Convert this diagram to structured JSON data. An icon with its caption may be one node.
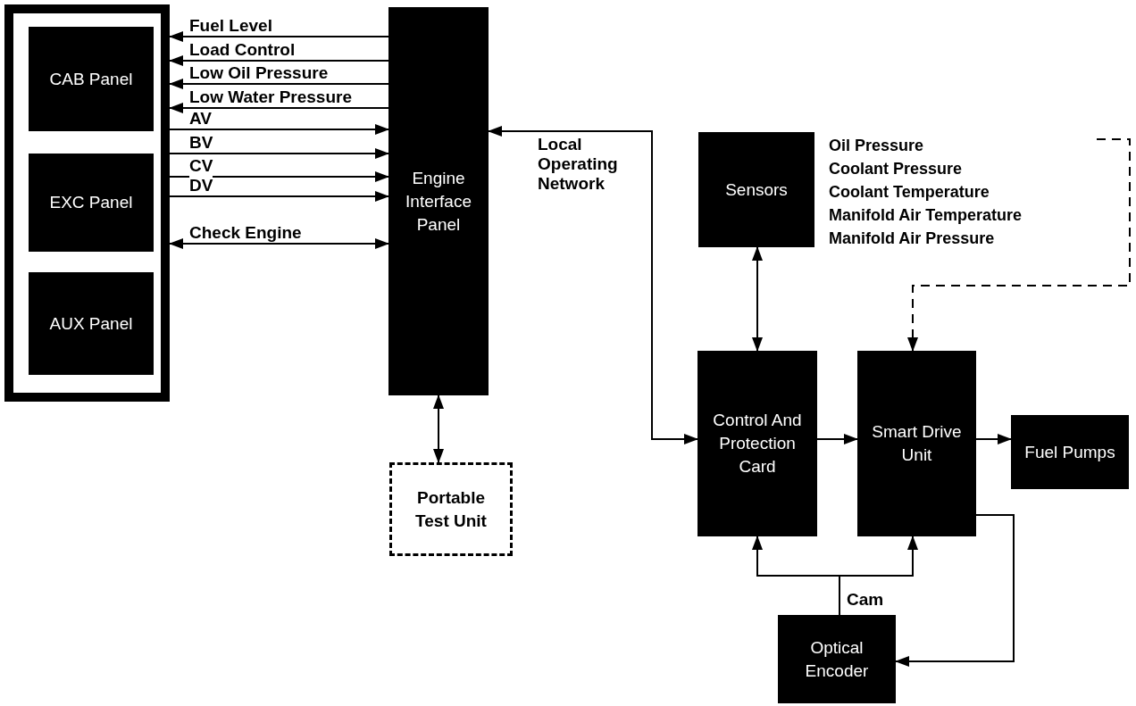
{
  "diagram": {
    "nodes": [
      {
        "text": [],
        "shape": "box"
      },
      {
        "text": [
          "CAB Panel"
        ],
        "in": 0
      },
      {
        "text": [
          "EXC Panel"
        ],
        "in": 0
      },
      {
        "text": [
          "AUX Panel"
        ],
        "in": 0
      },
      {
        "text": [
          "Engine Interface Panel"
        ]
      },
      {
        "text": [
          "Portable Test Unit"
        ]
      },
      {
        "text": [
          "Sensors"
        ]
      },
      {
        "text": [
          "Oil Pressure",
          "Coolant Pressure",
          "Coolant Temperature",
          "Manifold Air Temperature",
          "Manifold Air Pressure"
        ]
      },
      {
        "text": [
          "Control And Protection Card"
        ]
      },
      {
        "text": [
          "Smart Drive Unit"
        ]
      },
      {
        "text": [
          "Fuel Pumps"
        ]
      },
      {
        "text": [
          "Optical Encoder"
        ]
      }
    ],
    "edges": [
      {
        "from": 4,
        "to": 0,
        "arrow": "to",
        "label": "Fuel Level"
      },
      {
        "from": 4,
        "to": 0,
        "arrow": "to",
        "label": "Load Control"
      },
      {
        "from": 4,
        "to": 0,
        "arrow": "to",
        "label": "Low Oil Pressure"
      },
      {
        "from": 4,
        "to": 0,
        "arrow": "to",
        "label": "Low Water Pressure"
      },
      {
        "from": 0,
        "to": 4,
        "arrow": "to",
        "label": "AV"
      },
      {
        "from": 0,
        "to": 4,
        "arrow": "to",
        "label": "BV"
      },
      {
        "from": 0,
        "to": 4,
        "arrow": "to",
        "label": "CV"
      },
      {
        "from": 0,
        "to": 4,
        "arrow": "to",
        "label": "DV"
      },
      {
        "from": 0,
        "to": 4,
        "arrow": "both",
        "label": "Check Engine"
      },
      {
        "from": 4,
        "to": 5,
        "arrow": "both"
      },
      {
        "from": 8,
        "to": 4,
        "arrow": "both",
        "label": "Local Operating Network"
      },
      {
        "from": 6,
        "to": 8,
        "arrow": "both"
      },
      {
        "from": 7,
        "to": 9,
        "arrow": "to",
        "style": "dashed"
      },
      {
        "from": 8,
        "to": 9,
        "arrow": "to"
      },
      {
        "from": 9,
        "to": 10,
        "arrow": "to"
      },
      {
        "from": 11,
        "to": 8,
        "arrow": "to",
        "label": "Cam"
      },
      {
        "from": 11,
        "to": 9,
        "arrow": "to"
      },
      {
        "from": 9,
        "to": 11,
        "arrow": "to"
      }
    ]
  }
}
